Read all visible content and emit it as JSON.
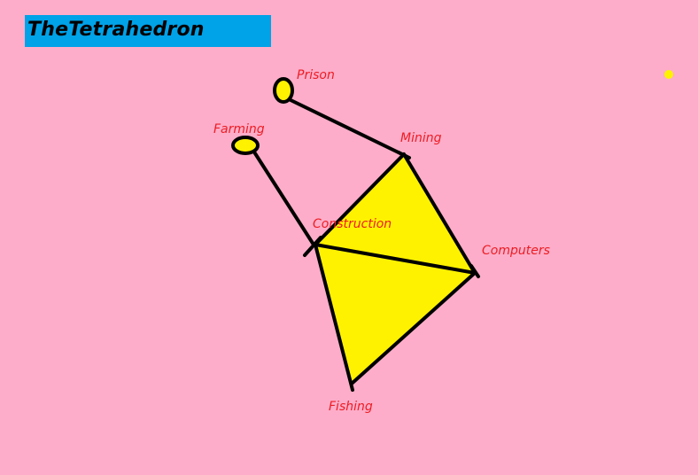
{
  "title": "TheTetrahedron",
  "colors": {
    "background": "#fdadc9",
    "title_bar": "#00a2e8",
    "label": "#ed1c24",
    "fill": "#fff200",
    "stroke": "#000000"
  },
  "nodes": {
    "prison": "Prison",
    "farming": "Farming",
    "mining": "Mining",
    "construction": "Construction",
    "computers": "Computers",
    "fishing": "Fishing"
  }
}
